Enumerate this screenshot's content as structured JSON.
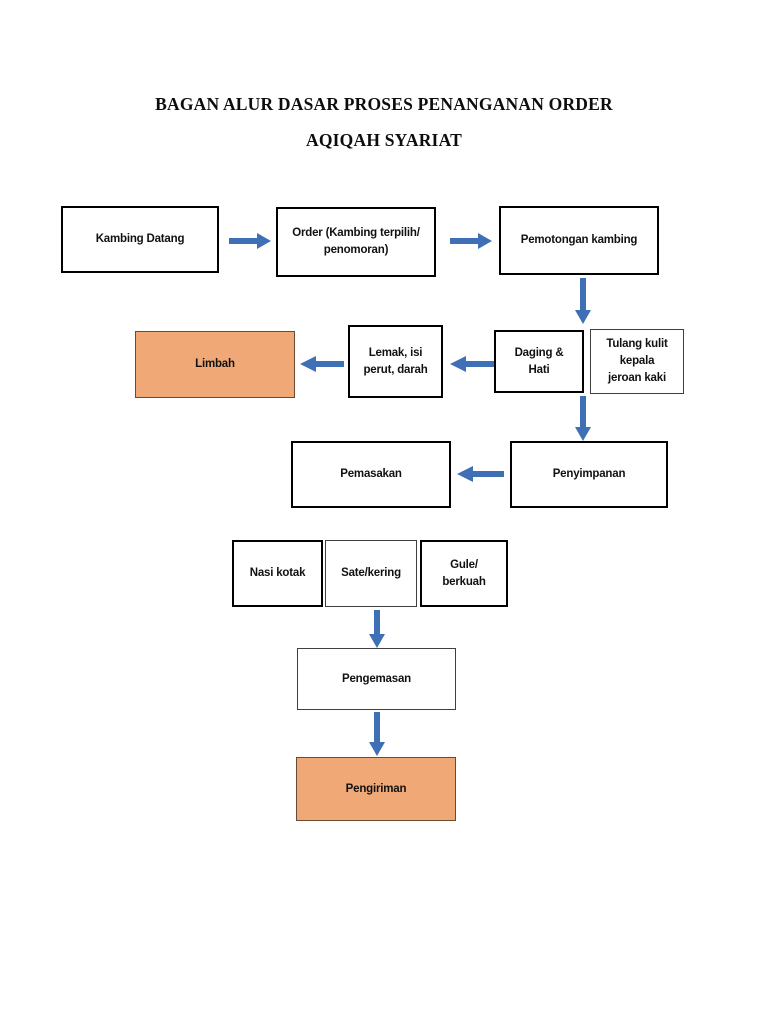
{
  "title": {
    "line1": "BAGAN ALUR DASAR PROSES PENANGANAN ORDER",
    "line2": "AQIQAH SYARIAT"
  },
  "colors": {
    "arrow_blue": "#3F6FB5",
    "box_orange": "#F0A876",
    "box_border": "#000000",
    "background": "#FFFFFF",
    "text": "#111111"
  },
  "nodes": [
    {
      "id": "kambing-datang",
      "label": "Kambing Datang",
      "fill": "white",
      "row": 1
    },
    {
      "id": "order",
      "label": "Order (Kambing terpilih/ penomoran)",
      "fill": "white",
      "row": 1
    },
    {
      "id": "pemotongan",
      "label": "Pemotongan kambing",
      "fill": "white",
      "row": 1
    },
    {
      "id": "limbah",
      "label": "Limbah",
      "fill": "orange",
      "row": 2
    },
    {
      "id": "lemak",
      "label": "Lemak, isi perut, darah",
      "fill": "white",
      "row": 2
    },
    {
      "id": "daging-hati",
      "label": "Daging & Hati",
      "fill": "white",
      "row": 2
    },
    {
      "id": "tulang",
      "label": "Tulang kulit kepala jeroan kaki",
      "fill": "white",
      "row": 2
    },
    {
      "id": "pemasakan",
      "label": "Pemasakan",
      "fill": "white",
      "row": 3
    },
    {
      "id": "penyimpanan",
      "label": "Penyimpanan",
      "fill": "white",
      "row": 3
    },
    {
      "id": "nasi-kotak",
      "label": "Nasi kotak",
      "fill": "white",
      "row": 4
    },
    {
      "id": "sate-kering",
      "label": "Sate/kering",
      "fill": "white",
      "row": 4
    },
    {
      "id": "gule-berkuah",
      "label": "Gule/ berkuah",
      "fill": "white",
      "row": 4
    },
    {
      "id": "pengemasan",
      "label": "Pengemasan",
      "fill": "white",
      "row": 5
    },
    {
      "id": "pengiriman",
      "label": "Pengiriman",
      "fill": "orange",
      "row": 6
    }
  ],
  "node_labels": {
    "kambing_datang": "Kambing Datang",
    "order_line1": "Order (Kambing terpilih/",
    "order_line2": "penomoran)",
    "pemotongan": "Pemotongan kambing",
    "limbah": "Limbah",
    "lemak_line1": "Lemak, isi",
    "lemak_line2": "perut, darah",
    "daging_line1": "Daging &",
    "daging_line2": "Hati",
    "tulang_line1": "Tulang kulit",
    "tulang_line2": "kepala",
    "tulang_line3": "jeroan kaki",
    "pemasakan": "Pemasakan",
    "penyimpanan": "Penyimpanan",
    "nasi_kotak": "Nasi kotak",
    "sate_kering": "Sate/kering",
    "gule_line1": "Gule/",
    "gule_line2": "berkuah",
    "pengemasan": "Pengemasan",
    "pengiriman": "Pengiriman"
  },
  "arrows": [
    {
      "id": "kambing-to-order",
      "direction": "right"
    },
    {
      "id": "order-to-pemotongan",
      "direction": "right"
    },
    {
      "id": "pemotongan-to-daging",
      "direction": "down"
    },
    {
      "id": "daging-to-lemak",
      "direction": "left"
    },
    {
      "id": "lemak-to-limbah",
      "direction": "left"
    },
    {
      "id": "daging-to-penyimpanan",
      "direction": "down"
    },
    {
      "id": "penyimpanan-to-pemasakan",
      "direction": "left"
    },
    {
      "id": "produk-to-pengemasan",
      "direction": "down"
    },
    {
      "id": "pengemasan-to-pengiriman",
      "direction": "down"
    }
  ]
}
